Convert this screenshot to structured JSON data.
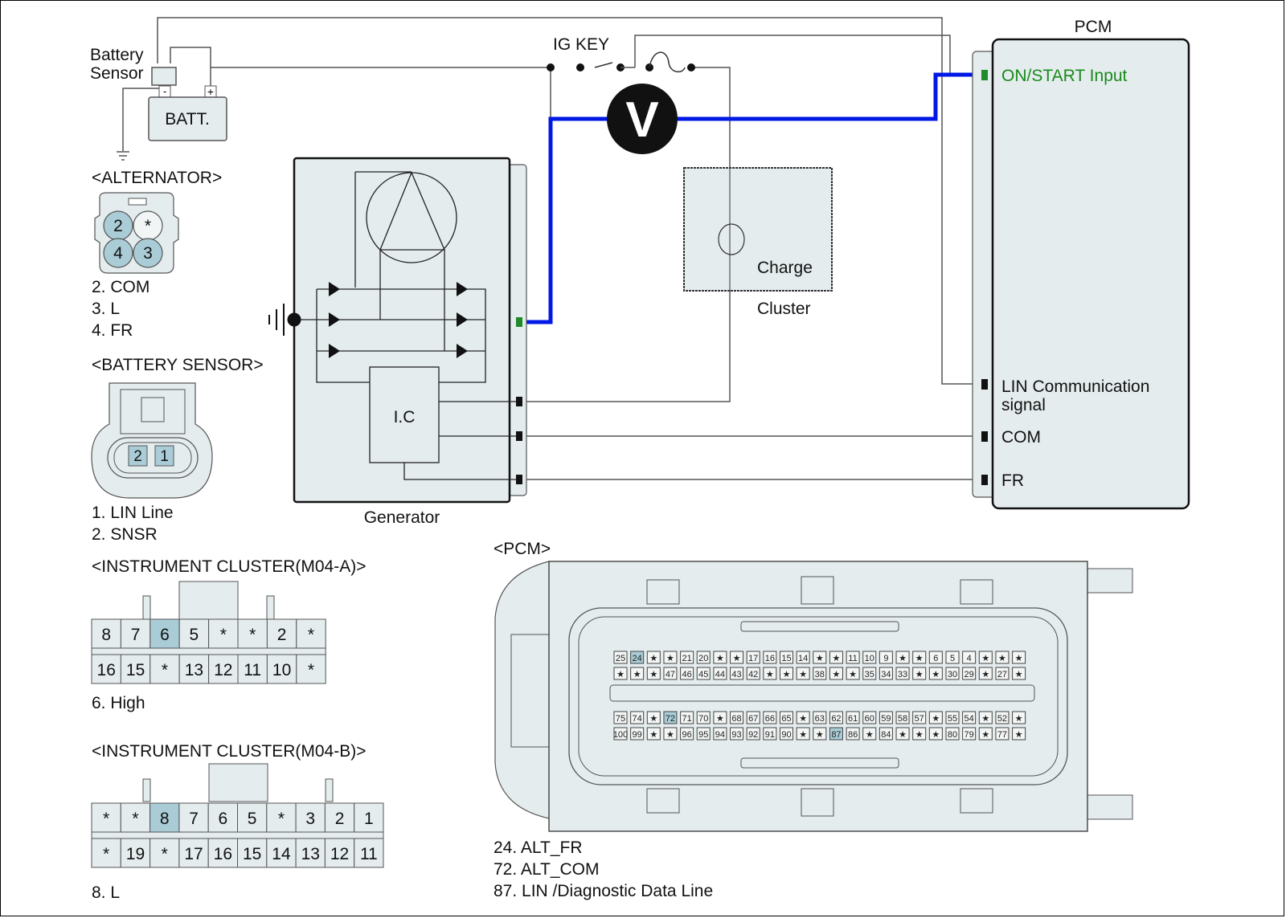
{
  "diagram": {
    "battery": {
      "sensor_label_line1": "Battery",
      "sensor_label_line2": "Sensor",
      "batt_label": "BATT.",
      "neg_symbol": "-",
      "pos_symbol": "+"
    },
    "ig_key_label": "IG KEY",
    "voltmeter_label": "V",
    "pcm": {
      "title": "PCM",
      "on_start_input": "ON/START Input",
      "lin_line1": "LIN Communication",
      "lin_line2": "signal",
      "com": "COM",
      "fr": "FR"
    },
    "generator": {
      "label": "Generator",
      "ic_label": "I.C"
    },
    "cluster": {
      "charge_label": "Charge",
      "label": "Cluster"
    },
    "colors": {
      "measure_wire": "#0018e6",
      "on_start_text": "#1a8a1a",
      "terminal_green": "#1f8a2a",
      "panel_fill": "#e4ecee",
      "highlight_pin": "#a9ccd6",
      "wire": "#555555"
    }
  },
  "connectors": {
    "alternator": {
      "title": "<ALTERNATOR>",
      "pins": [
        "2",
        "*",
        "4",
        "3"
      ],
      "highlighted": [
        "2",
        "4",
        "3"
      ],
      "legend": [
        "2. COM",
        "3. L",
        "4. FR"
      ]
    },
    "battery_sensor": {
      "title": "<BATTERY SENSOR>",
      "pins": [
        "2",
        "1"
      ],
      "legend": [
        "1. LIN Line",
        "2. SNSR"
      ]
    },
    "cluster_a": {
      "title": "<INSTRUMENT CLUSTER(M04-A)>",
      "row1": [
        "8",
        "7",
        "6",
        "5",
        "*",
        "*",
        "2",
        "*"
      ],
      "row2": [
        "16",
        "15",
        "*",
        "13",
        "12",
        "11",
        "10",
        "*"
      ],
      "highlighted": [
        "6"
      ],
      "legend": [
        "6. High"
      ]
    },
    "cluster_b": {
      "title": "<INSTRUMENT CLUSTER(M04-B)>",
      "row1": [
        "*",
        "*",
        "8",
        "7",
        "6",
        "5",
        "*",
        "3",
        "2",
        "1"
      ],
      "row2": [
        "*",
        "19",
        "*",
        "17",
        "16",
        "15",
        "14",
        "13",
        "12",
        "11"
      ],
      "highlighted": [
        "8"
      ],
      "legend": [
        "8. L"
      ]
    },
    "pcm": {
      "title": "<PCM>",
      "row1": [
        "25",
        "24",
        "*",
        "*",
        "21",
        "20",
        "*",
        "*",
        "17",
        "16",
        "15",
        "14",
        "*",
        "*",
        "11",
        "10",
        "9",
        "*",
        "*",
        "6",
        "5",
        "4",
        "*",
        "*",
        "*"
      ],
      "row2": [
        "*",
        "*",
        "*",
        "47",
        "46",
        "45",
        "44",
        "43",
        "42",
        "*",
        "*",
        "*",
        "38",
        "*",
        "*",
        "35",
        "34",
        "33",
        "*",
        "*",
        "30",
        "29",
        "*",
        "27",
        "*"
      ],
      "row3": [
        "75",
        "74",
        "*",
        "72",
        "71",
        "70",
        "*",
        "68",
        "67",
        "66",
        "65",
        "*",
        "63",
        "62",
        "61",
        "60",
        "59",
        "58",
        "57",
        "*",
        "55",
        "54",
        "*",
        "52",
        "*"
      ],
      "row4": [
        "100",
        "99",
        "*",
        "*",
        "96",
        "95",
        "94",
        "93",
        "92",
        "91",
        "90",
        "*",
        "*",
        "87",
        "86",
        "*",
        "84",
        "*",
        "*",
        "*",
        "80",
        "79",
        "*",
        "77",
        "*"
      ],
      "highlighted": [
        "24",
        "72",
        "87"
      ],
      "legend": [
        "24. ALT_FR",
        "72. ALT_COM",
        "87. LIN /Diagnostic Data Line"
      ]
    }
  }
}
